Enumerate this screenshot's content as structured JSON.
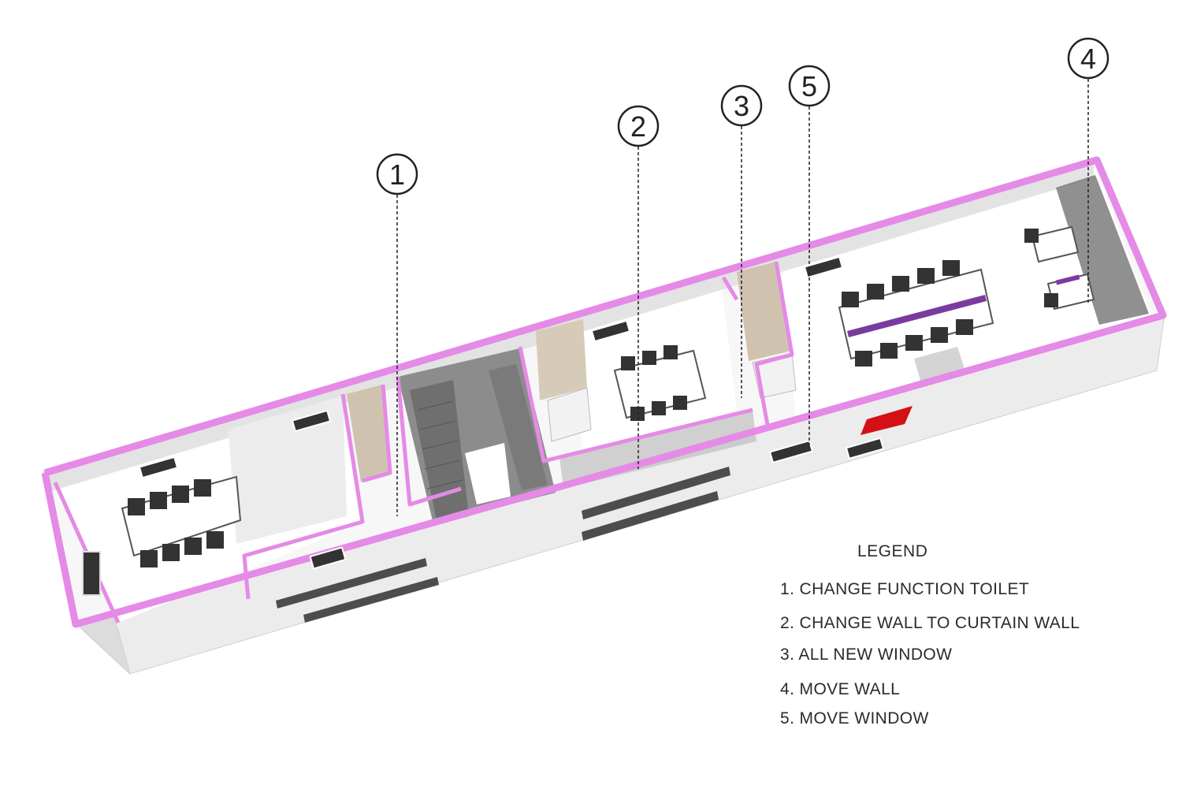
{
  "callouts": [
    "1",
    "2",
    "3",
    "4",
    "5"
  ],
  "legend": {
    "title": "LEGEND",
    "items": [
      "1. CHANGE FUNCTION TOILET",
      "2. CHANGE WALL TO CURTAIN WALL",
      "3. ALL NEW WINDOW",
      "4. MOVE WALL",
      "5. MOVE WINDOW"
    ]
  },
  "colors": {
    "cut_wall": "#e58ae6",
    "floor": "#ffffff",
    "outer_wall": "#e6e6e6",
    "stair": "#8c8c8c",
    "highlight_red": "#d40f16",
    "furniture_purple": "#7a3b9e"
  }
}
